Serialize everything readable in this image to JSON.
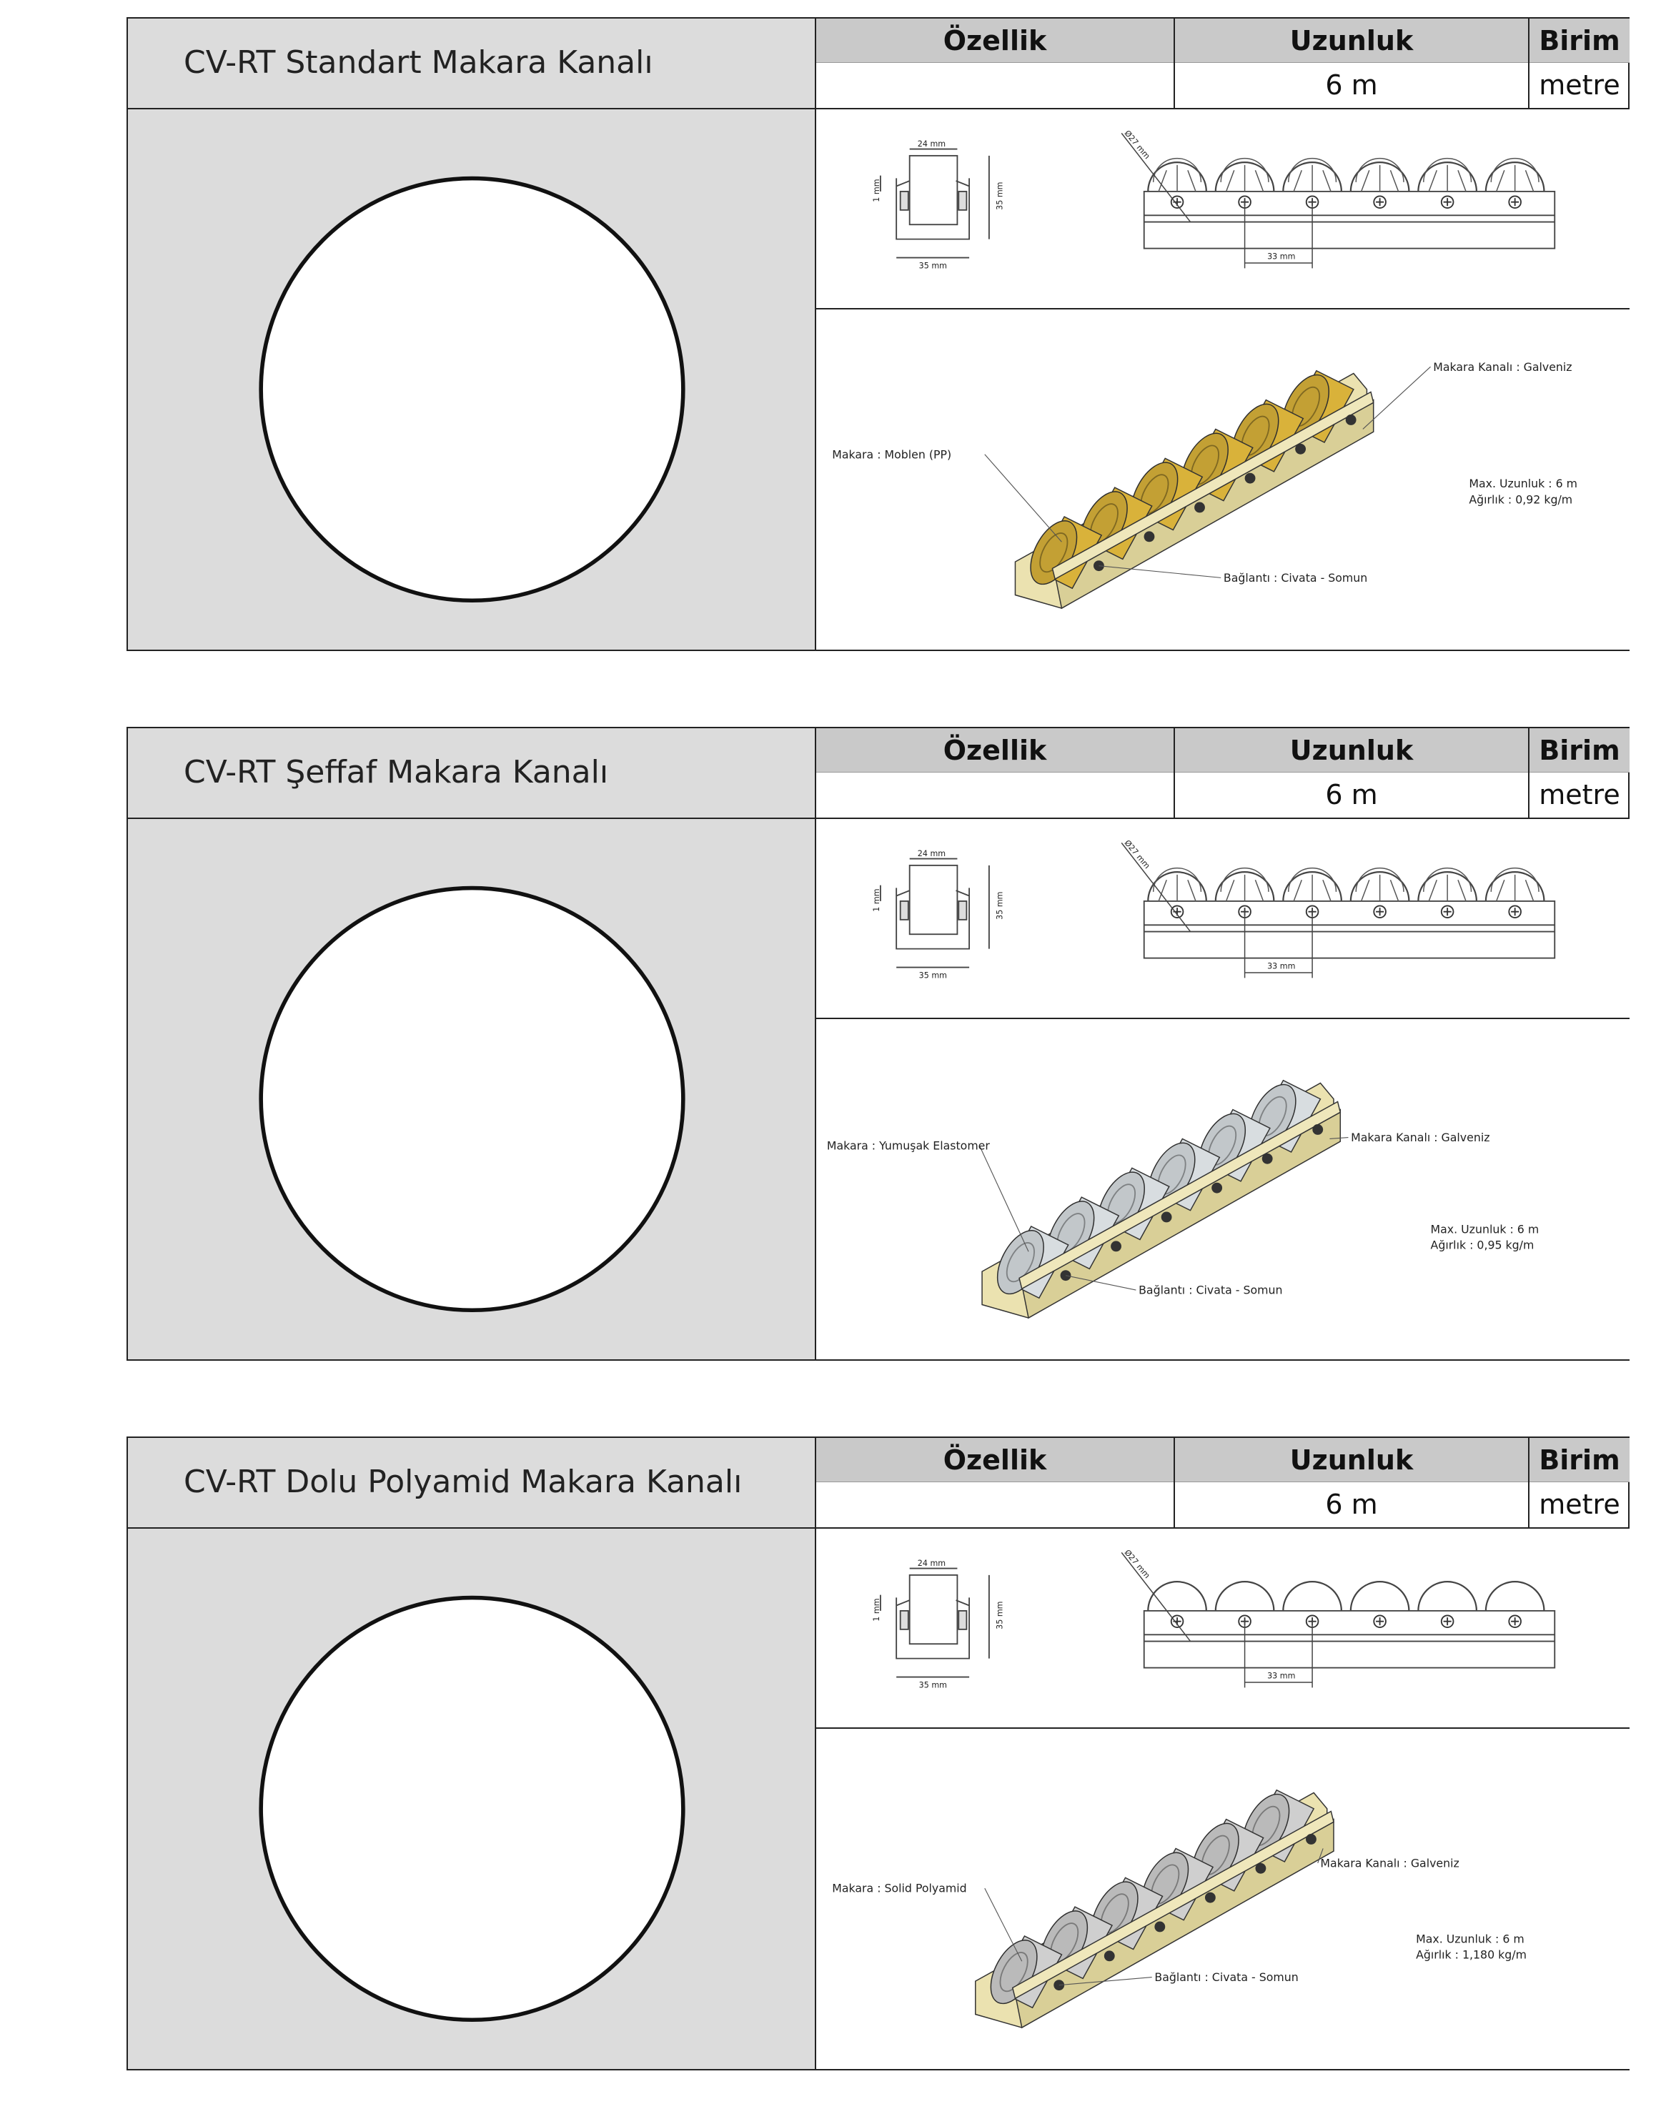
{
  "header_labels": {
    "feature": "Özellik",
    "length": "Uzunluk",
    "unit": "Birim"
  },
  "sections": [
    {
      "title": "CV-RT Standart Makara Kanalı",
      "length_value": "6 m",
      "unit_value": "metre",
      "roller_color": "#d9b23a",
      "dims": {
        "width_top": "24 mm",
        "width_bottom": "35 mm",
        "height": "35 mm",
        "thickness": "1 mm",
        "diameter": "Ø27 mm",
        "pitch": "33 mm"
      },
      "labels": {
        "roller": "Makara : Moblen (PP)",
        "channel": "Makara Kanalı : Galveniz",
        "connection": "Bağlantı : Civata - Somun",
        "max_length": "Max. Uzunluk : 6 m",
        "weight": "Ağırlık : 0,92 kg/m"
      }
    },
    {
      "title": "CV-RT Şeffaf Makara Kanalı",
      "length_value": "6 m",
      "unit_value": "metre",
      "roller_color": "#d8dde0",
      "dims": {
        "width_top": "24 mm",
        "width_bottom": "35 mm",
        "height": "35 mm",
        "thickness": "1 mm",
        "diameter": "Ø27 mm",
        "pitch": "33 mm"
      },
      "labels": {
        "roller": "Makara : Yumuşak Elastomer",
        "channel": "Makara Kanalı : Galveniz",
        "connection": "Bağlantı : Civata - Somun",
        "max_length": "Max. Uzunluk : 6 m",
        "weight": "Ağırlık : 0,95 kg/m"
      }
    },
    {
      "title": "CV-RT Dolu Polyamid Makara Kanalı",
      "length_value": "6 m",
      "unit_value": "metre",
      "roller_color": "#cfcfcf",
      "dims": {
        "width_top": "24 mm",
        "width_bottom": "35 mm",
        "height": "35 mm",
        "thickness": "1 mm",
        "diameter": "Ø27 mm",
        "pitch": "33 mm"
      },
      "labels": {
        "roller": "Makara : Solid Polyamid",
        "channel": "Makara Kanalı : Galveniz",
        "connection": "Bağlantı : Civata - Somun",
        "max_length": "Max. Uzunluk : 6 m",
        "weight": "Ağırlık : 1,180 kg/m"
      }
    }
  ]
}
